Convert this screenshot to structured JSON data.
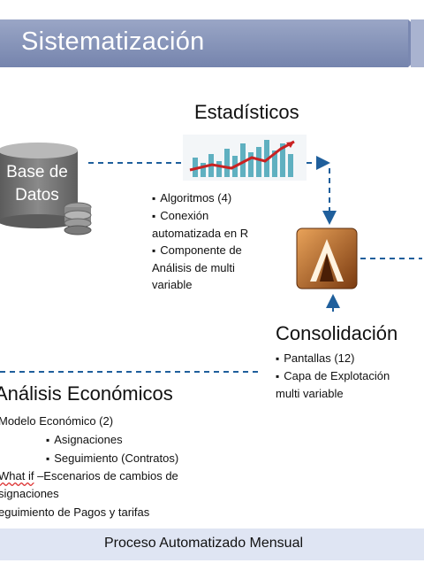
{
  "banner": {
    "title": "Sistematización"
  },
  "database": {
    "label_line1": "Base de",
    "label_line2": "Datos"
  },
  "estadisticos": {
    "title": "Estadísticos",
    "bullets": [
      "Algoritmos (4)",
      "Conexión",
      "automatizada en R",
      "Componente de",
      "Análisis de multi",
      "variable"
    ]
  },
  "consolidacion": {
    "title": "Consolidación",
    "bullets": [
      "Pantallas (12)",
      "Capa de Explotación",
      "multi variable"
    ]
  },
  "analisis": {
    "title": "Análisis Económicos",
    "line1": "Modelo Económico (2)",
    "sub1": "Asignaciones",
    "sub2": "Seguimiento (Contratos)",
    "line2_prefix": "What if",
    "line2_rest": " –Escenarios de cambios de",
    "line3": "signaciones",
    "line4": "eguimiento de Pagos y tarifas"
  },
  "footer": {
    "label": "Proceso Automatizado Mensual"
  },
  "icons": [
    "database-icon",
    "stats-chart-icon",
    "consolidation-app-icon",
    "refresh-cycle-icon"
  ],
  "colors": {
    "banner": "#7f8cb4",
    "arrow": "#1f5f9c",
    "footer_bar": "#dfe5f3"
  }
}
